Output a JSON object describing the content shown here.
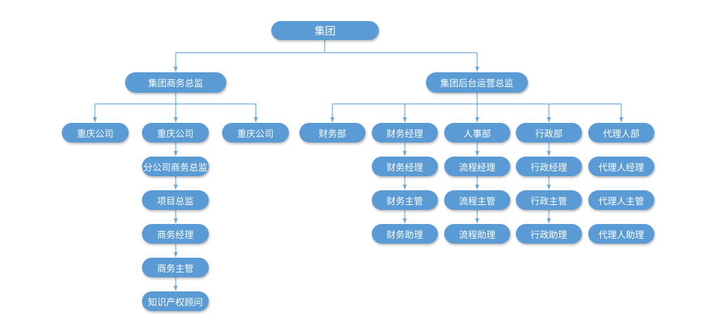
{
  "org": {
    "root": "集团",
    "business_head": "集团商务总监",
    "ops_head": "集团后台运营总监",
    "branch_1": "重庆公司",
    "branch_2": "重庆公司",
    "branch_3": "重庆公司",
    "branch_chain": [
      "分公司商务总监",
      "项目总监",
      "商务经理",
      "商务主管",
      "知识产权顾问"
    ],
    "finance_dept": "财务部",
    "finance": [
      "财务经理",
      "财务经理",
      "财务主管",
      "财务助理"
    ],
    "hr": [
      "人事部",
      "流程经理",
      "流程主管",
      "流程助理"
    ],
    "admin": [
      "行政部",
      "行政经理",
      "行政主管",
      "行政助理"
    ],
    "agent": [
      "代理人部",
      "代理人经理",
      "代理人主管",
      "代理人助理"
    ]
  },
  "colors": {
    "node_fill": "#5b9bd5",
    "connector": "#6fa8dc",
    "text": "#ffffff"
  }
}
